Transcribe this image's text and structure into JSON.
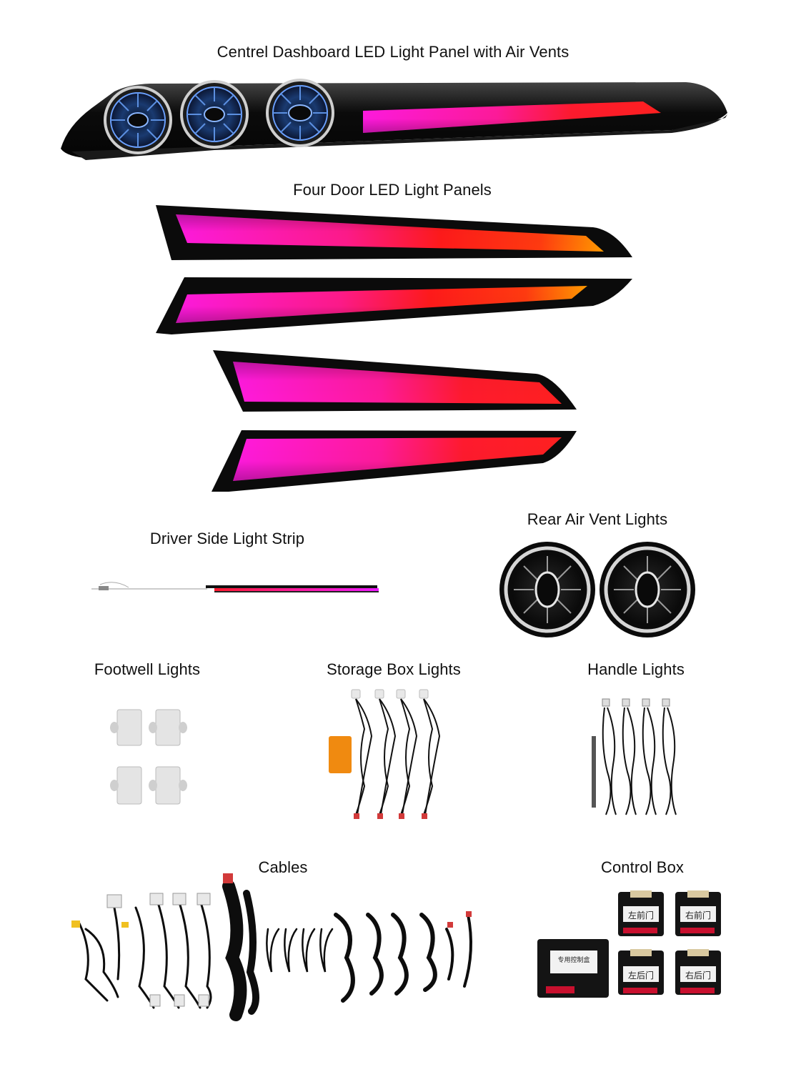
{
  "sections": {
    "dashboard": {
      "title": "Centrel Dashboard LED Light Panel with Air Vents"
    },
    "door_panels": {
      "title": "Four Door LED Light Panels"
    },
    "driver_strip": {
      "title": "Driver Side Light Strip"
    },
    "rear_vents": {
      "title": "Rear Air Vent Lights"
    },
    "footwell": {
      "title": "Footwell Lights"
    },
    "storage_box": {
      "title": "Storage Box Lights"
    },
    "handle": {
      "title": "Handle Lights"
    },
    "cables": {
      "title": "Cables"
    },
    "control_box": {
      "title": "Control Box",
      "main_unit_label": "专用控制盒",
      "module_labels": [
        "左前门",
        "右前门",
        "左后门",
        "右后门"
      ]
    }
  },
  "colors": {
    "panel_body": "#0a0a0a",
    "glow_magenta": "#ff1ad9",
    "glow_red": "#ff1a2e",
    "glow_orange": "#ff8a00",
    "vent_blue": "#3a7bd5",
    "vent_ring": "#c8c8c8"
  }
}
